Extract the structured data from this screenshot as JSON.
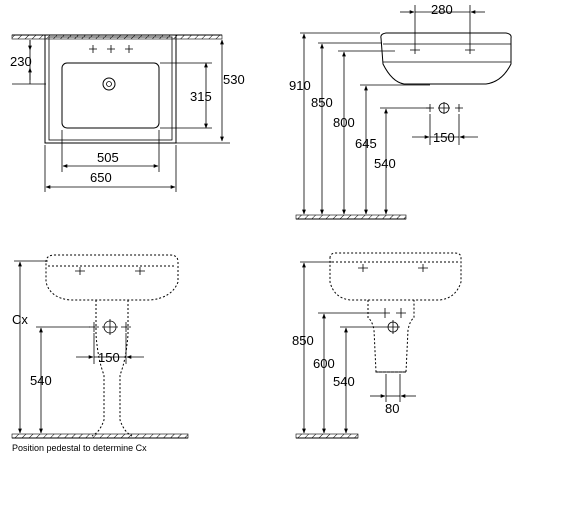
{
  "top_view": {
    "dim_230": "230",
    "dim_530": "530",
    "dim_315": "315",
    "dim_505": "505",
    "dim_650": "650"
  },
  "side_view": {
    "dim_280": "280",
    "dim_910": "910",
    "dim_850": "850",
    "dim_800": "800",
    "dim_645": "645",
    "dim_540": "540",
    "dim_150": "150"
  },
  "front_pedestal": {
    "dim_cx": "Cx",
    "dim_540": "540",
    "dim_150": "150",
    "note": "Position pedestal to determine Cx"
  },
  "side_pedestal": {
    "dim_850": "850",
    "dim_600": "600",
    "dim_540": "540",
    "dim_80": "80"
  }
}
